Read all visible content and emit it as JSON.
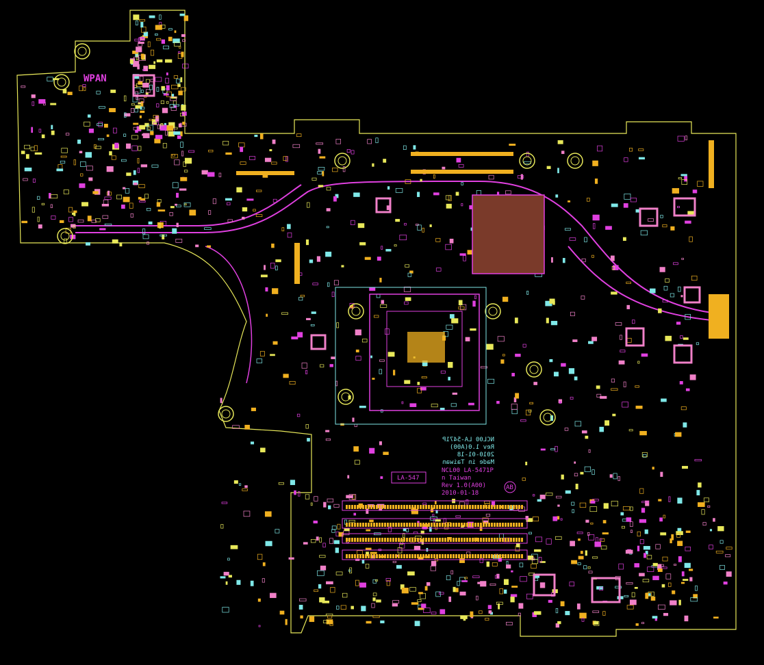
{
  "board": {
    "colors": {
      "background": "#000000",
      "outline": "#e8e85a",
      "copper": "#e040e0",
      "silk": "#7fe8e8",
      "pads": "#f0b020",
      "pink": "#f080c8"
    },
    "labels": {
      "wpan": "WPAN",
      "mirrored_model": "NCL00 LA-5471P",
      "mirrored_rev": "Rev 1.0(A00)",
      "mirrored_date": "2010-01-18",
      "mirrored_made": "Made in Taiwan",
      "model": "NCL00 LA-5471P",
      "made": "n Taiwan",
      "rev": "Rev 1.0(A00)",
      "date": "2010-01-18",
      "la_box": "LA-547",
      "ab_mark": "AB"
    }
  }
}
